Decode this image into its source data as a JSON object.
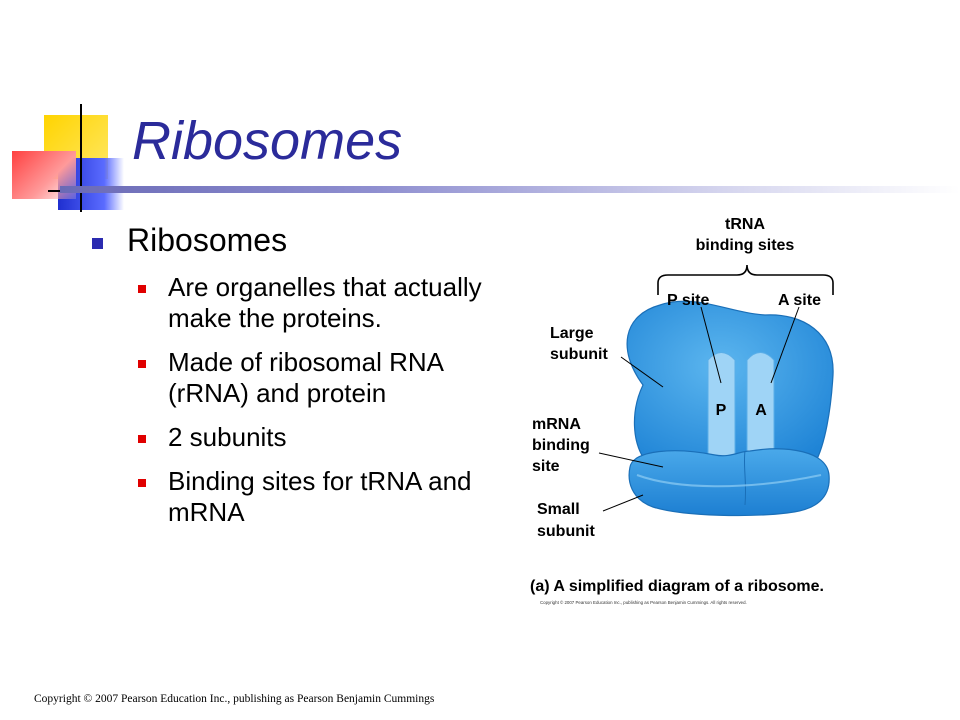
{
  "title": "Ribosomes",
  "bullets": {
    "main": "Ribosomes",
    "sub": [
      "Are organelles that actually make the proteins.",
      "Made of ribosomal RNA (rRNA) and protein",
      "2 subunits",
      "Binding sites for tRNA and mRNA"
    ]
  },
  "diagram": {
    "labels": {
      "trna_line1": "tRNA",
      "trna_line2": "binding sites",
      "p_site": "P site",
      "a_site": "A site",
      "large_1": "Large",
      "large_2": "subunit",
      "mrna_1": "mRNA",
      "mrna_2": "binding",
      "mrna_3": "site",
      "small_1": "Small",
      "small_2": "subunit",
      "p_letter": "P",
      "a_letter": "A"
    },
    "caption": "(a) A simplified diagram of a ribosome.",
    "fig_copyright": "Copyright © 2007 Pearson Education Inc., publishing as Pearson Benjamin Cummings. All rights reserved.",
    "colors": {
      "body": "#2a8fdc",
      "light": "#7dc4f0",
      "site": "#9fd4f6"
    }
  },
  "footer": {
    "copyright": "Copyright © 2007 Pearson Education Inc., publishing as Pearson Benjamin Cummings"
  }
}
